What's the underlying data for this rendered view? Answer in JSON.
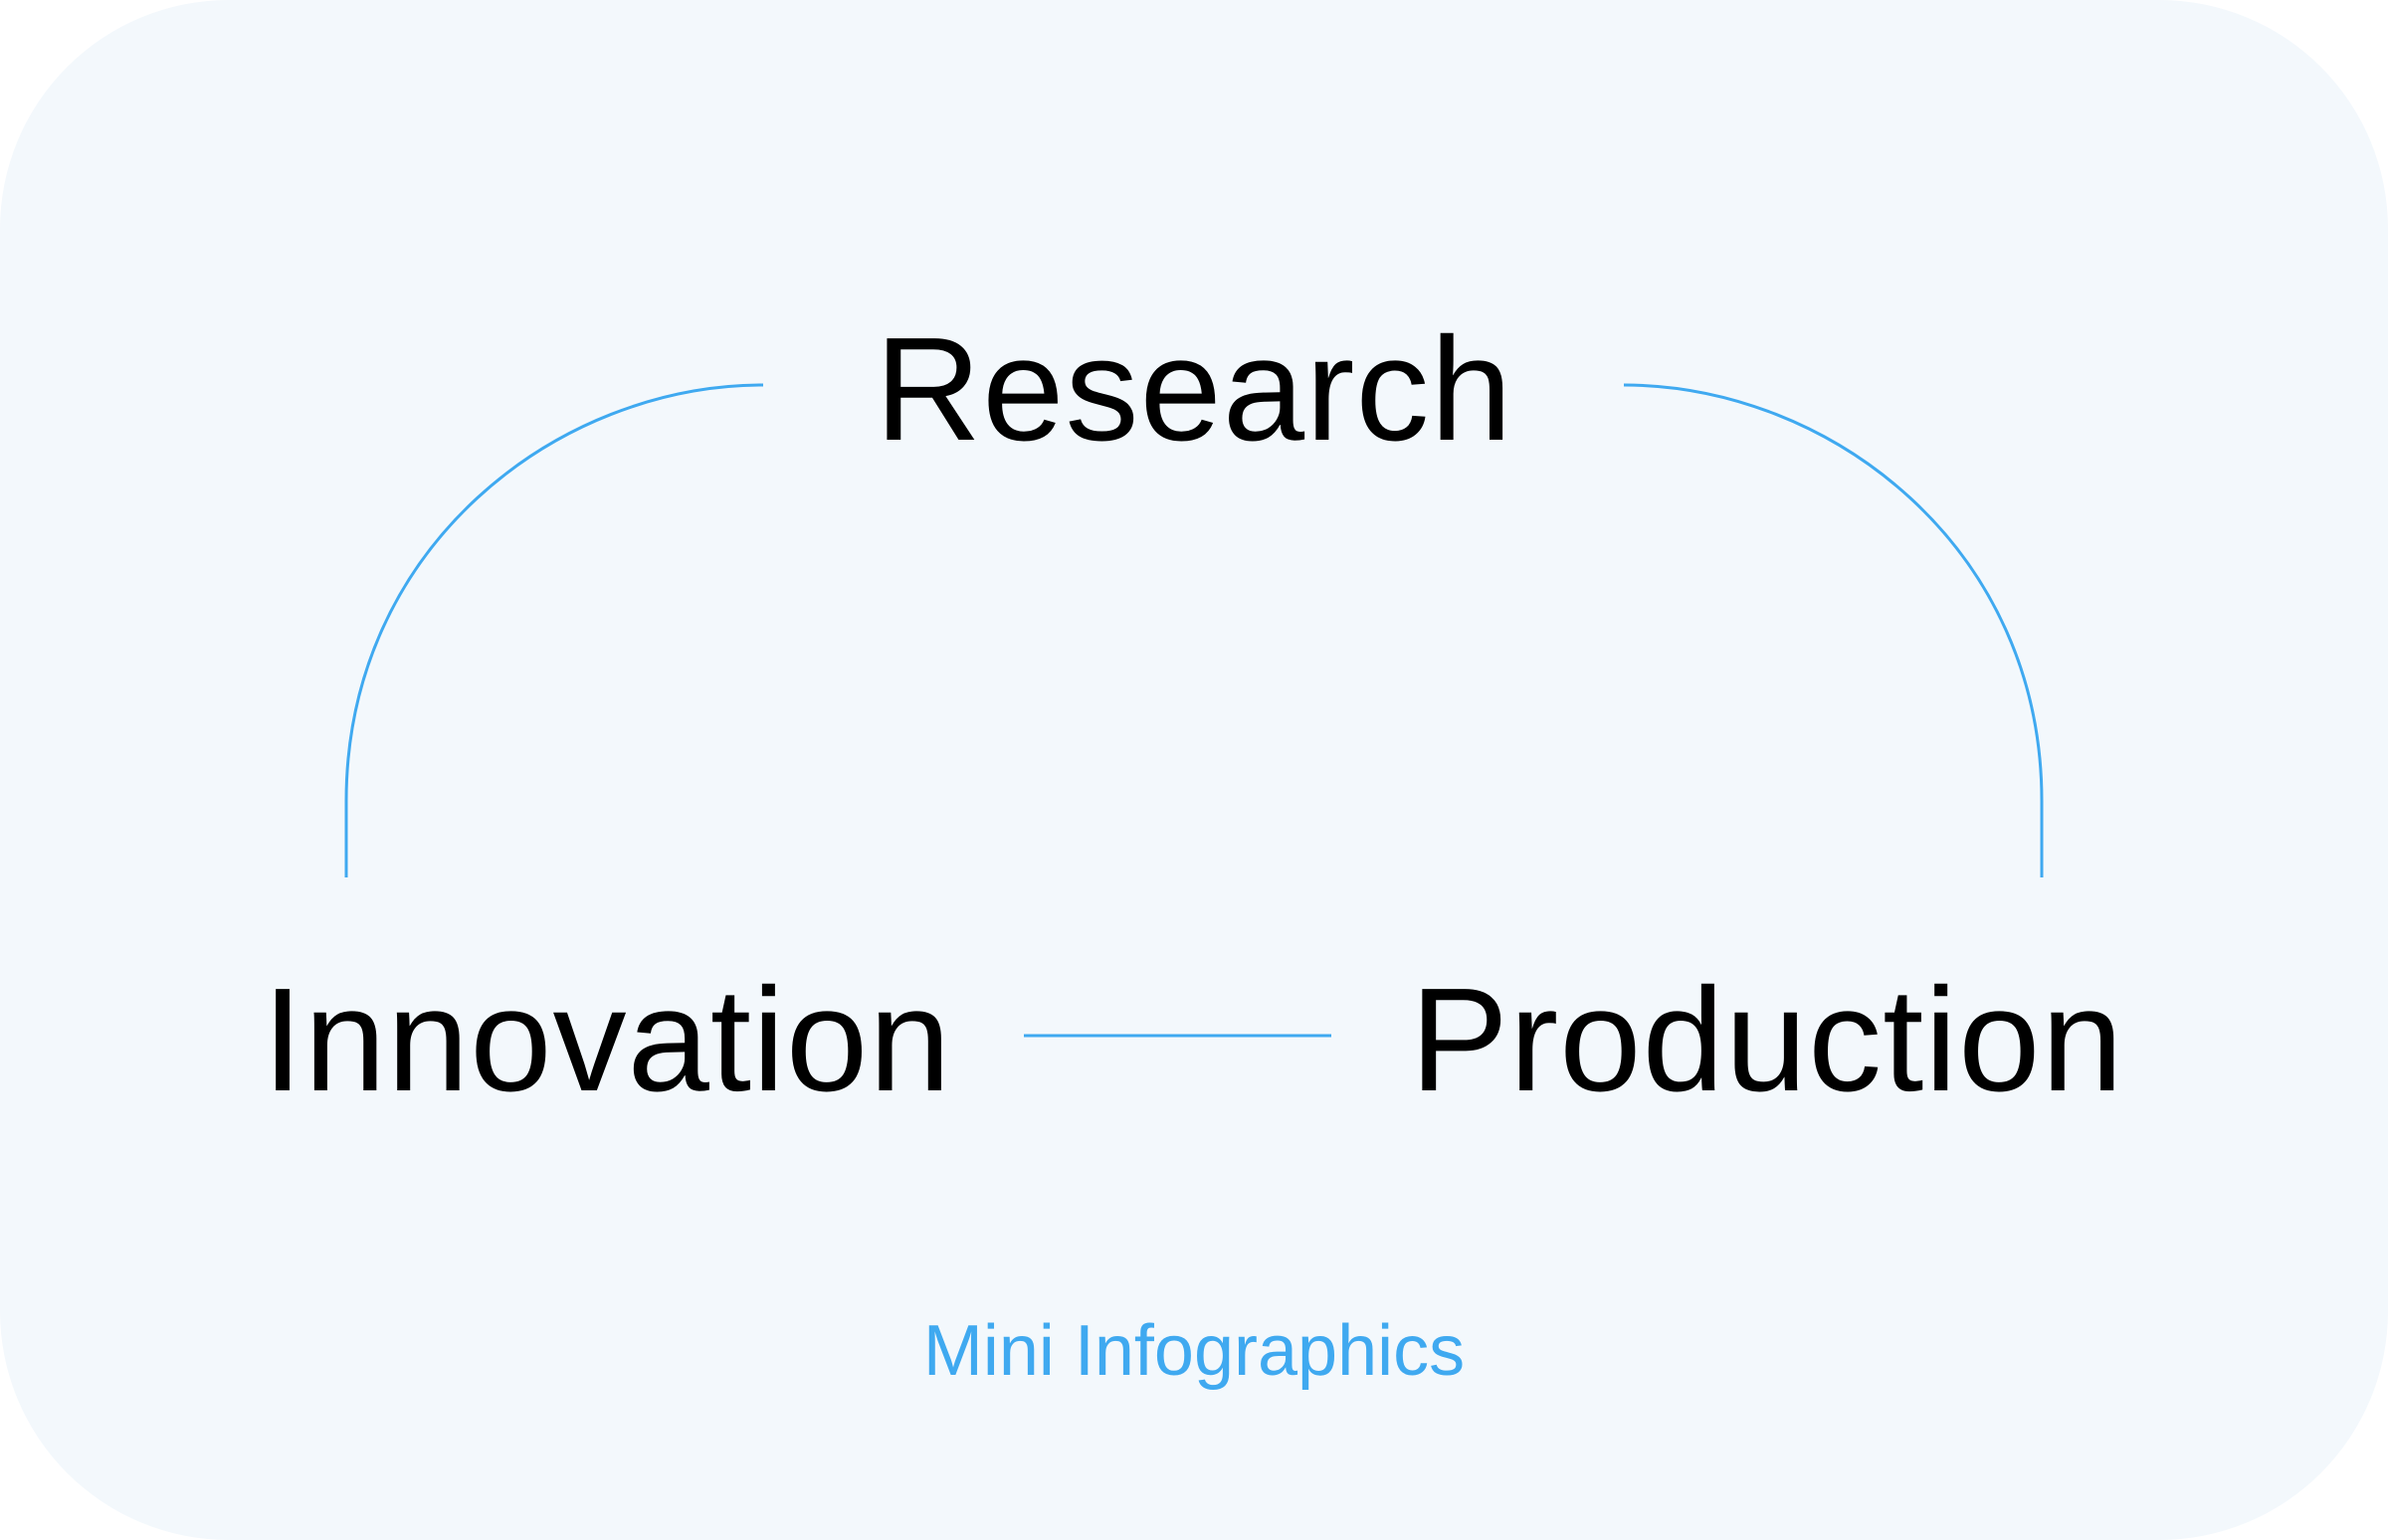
{
  "diagram": {
    "nodes": {
      "research": "Research",
      "innovation": "Innovation",
      "production": "Production"
    },
    "footer": "Mini Infographics"
  },
  "colors": {
    "background": "#f3f8fc",
    "connector": "#3fa9f0",
    "text": "#000000",
    "footer": "#3fa9f0"
  }
}
